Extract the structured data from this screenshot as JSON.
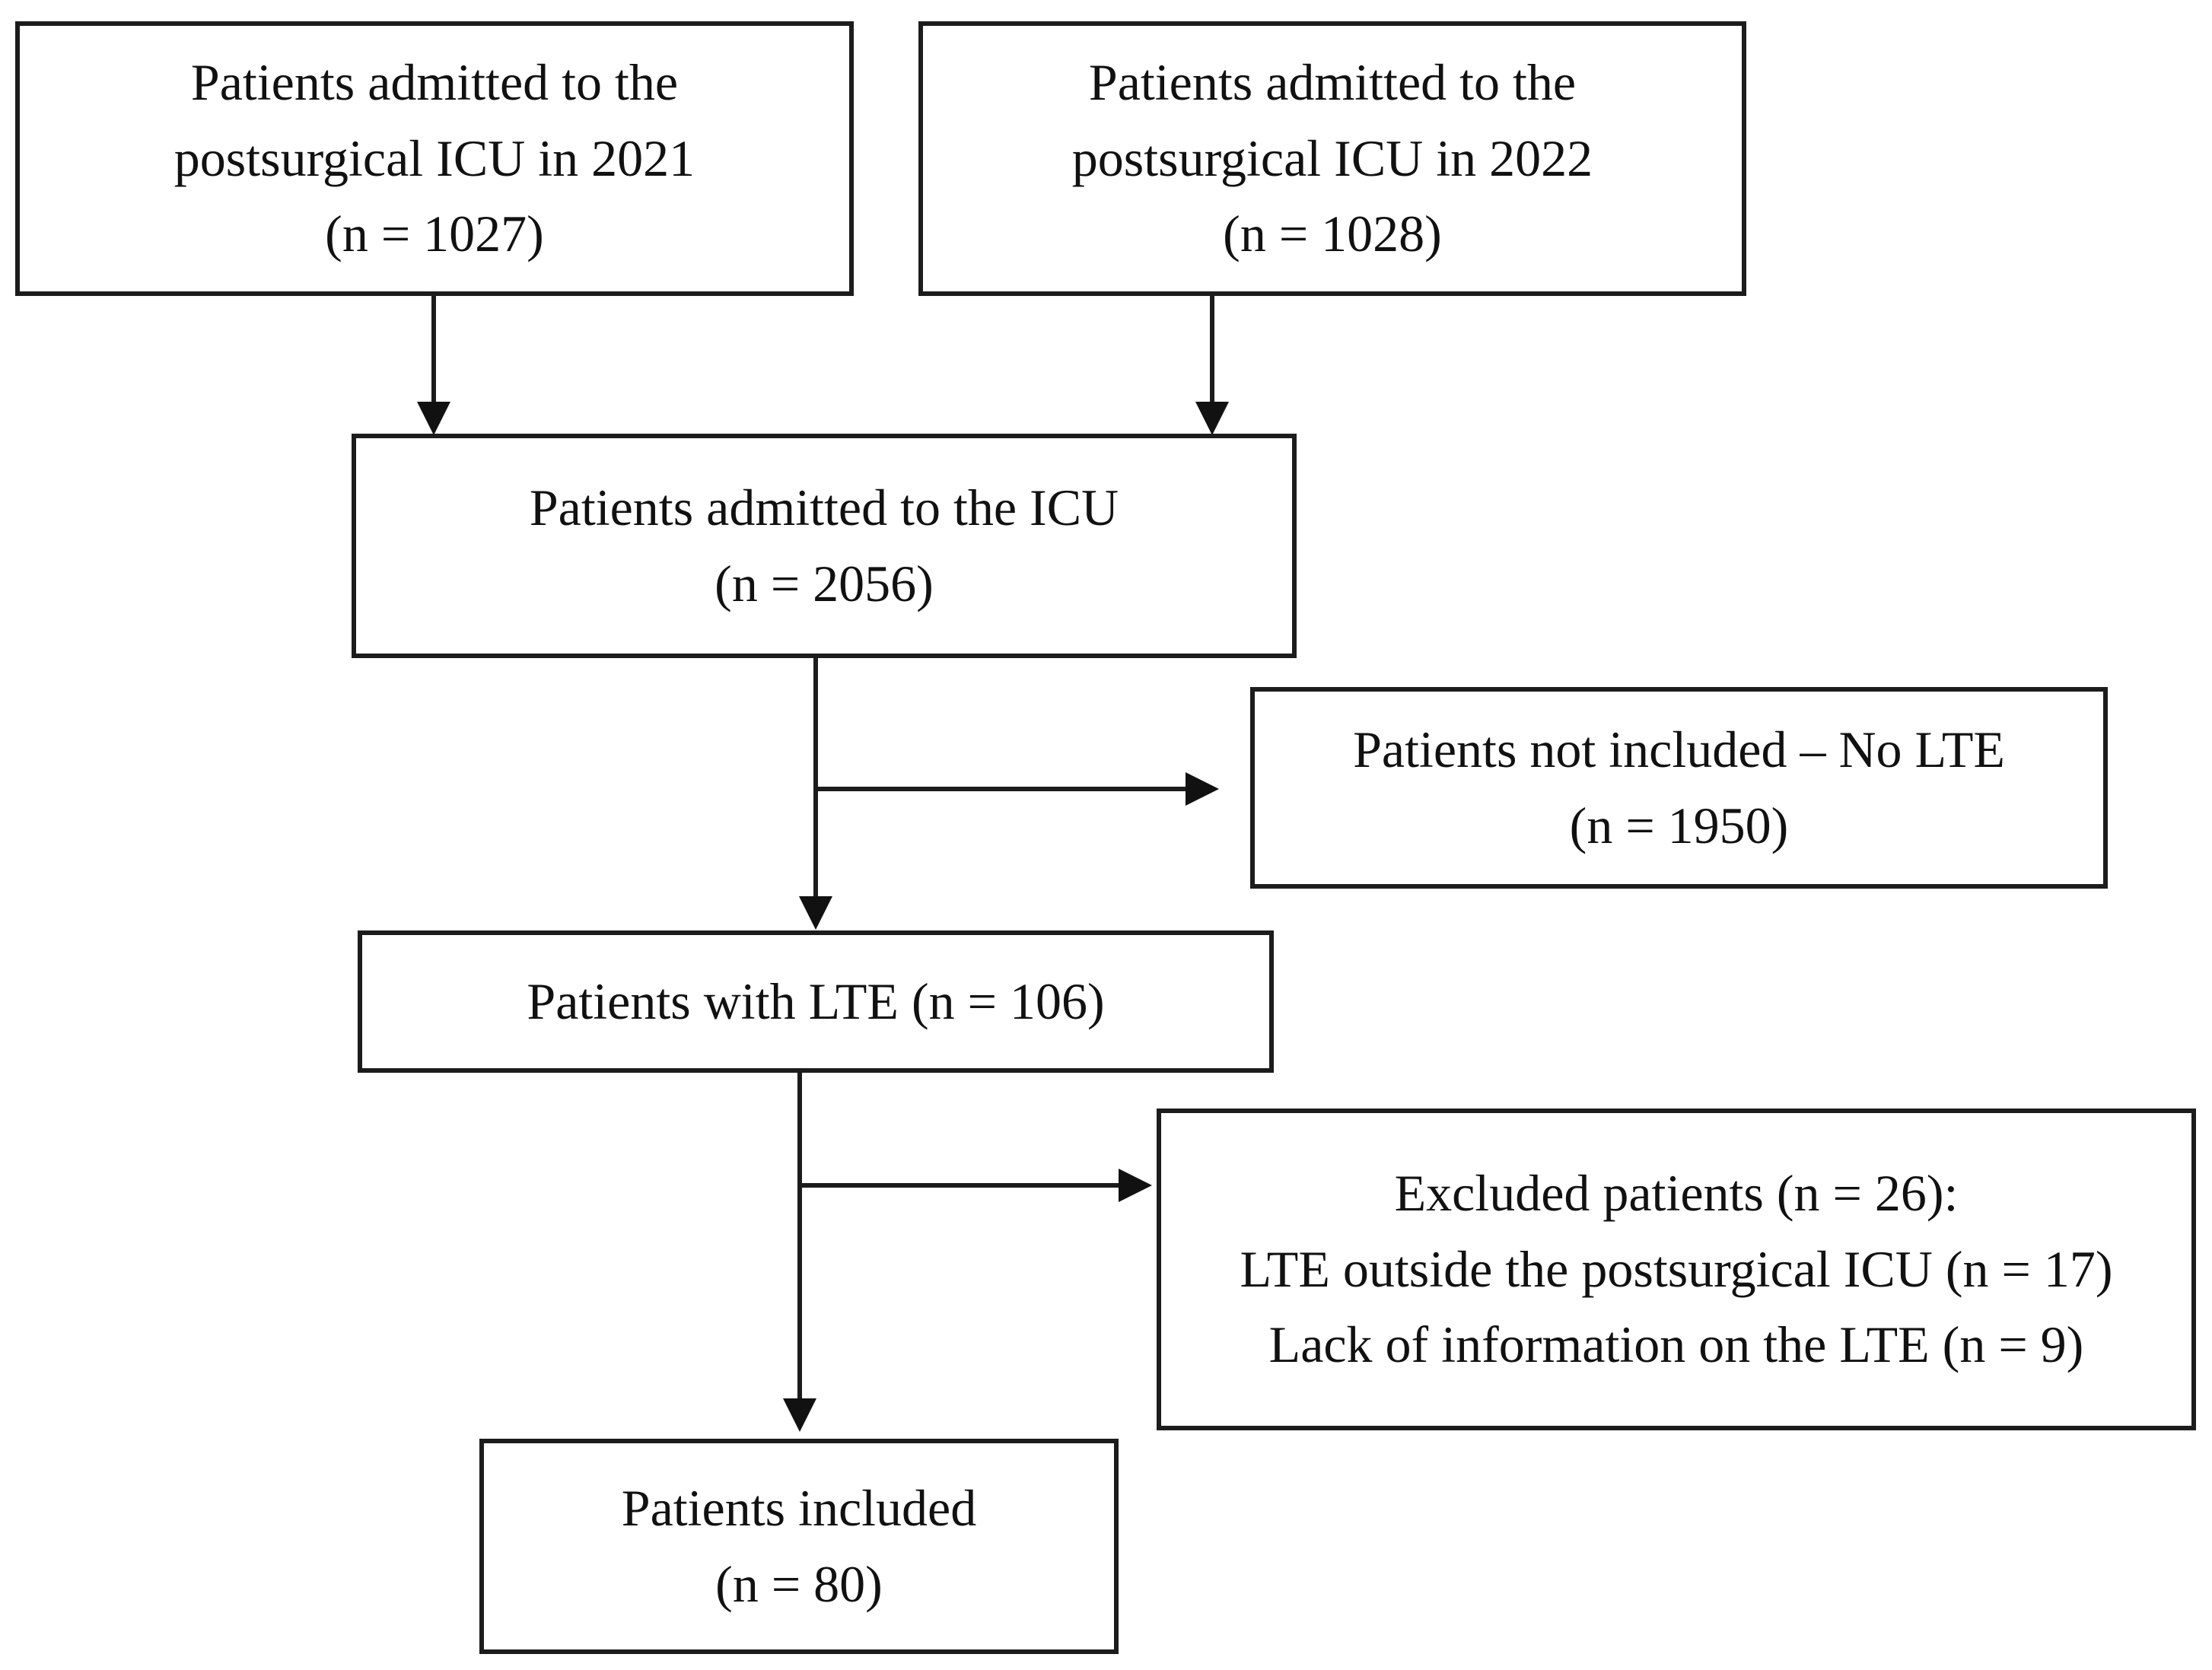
{
  "diagram": {
    "type": "flowchart",
    "colors": {
      "ink": "#1c1c1c",
      "background": "#ffffff"
    },
    "nodes": [
      {
        "id": "admitted-2021",
        "n": 1027,
        "label": "Patients admitted to the\npostsurgical ICU in 2021\n(n = 1027)"
      },
      {
        "id": "admitted-2022",
        "n": 1028,
        "label": "Patients admitted to the\npostsurgical ICU in 2022\n(n = 1028)"
      },
      {
        "id": "admitted-icu",
        "n": 2056,
        "label": "Patients admitted to the ICU\n(n = 2056)"
      },
      {
        "id": "not-included-no-lte",
        "n": 1950,
        "label": "Patients not included – No LTE\n(n = 1950)"
      },
      {
        "id": "with-lte",
        "n": 106,
        "label": "Patients with LTE (n = 106)"
      },
      {
        "id": "excluded",
        "n": 26,
        "label": "Excluded patients (n = 26):\nLTE outside the postsurgical ICU (n = 17)\nLack of information on the LTE (n = 9)",
        "reasons": [
          {
            "label": "LTE outside the postsurgical ICU",
            "n": 17
          },
          {
            "label": "Lack of information on the LTE",
            "n": 9
          }
        ]
      },
      {
        "id": "included",
        "n": 80,
        "label": "Patients included\n(n = 80)"
      }
    ],
    "edges": [
      {
        "from": "admitted-2021",
        "to": "admitted-icu"
      },
      {
        "from": "admitted-2022",
        "to": "admitted-icu"
      },
      {
        "from": "admitted-icu",
        "to": "not-included-no-lte"
      },
      {
        "from": "admitted-icu",
        "to": "with-lte"
      },
      {
        "from": "with-lte",
        "to": "excluded"
      },
      {
        "from": "with-lte",
        "to": "included"
      }
    ]
  }
}
